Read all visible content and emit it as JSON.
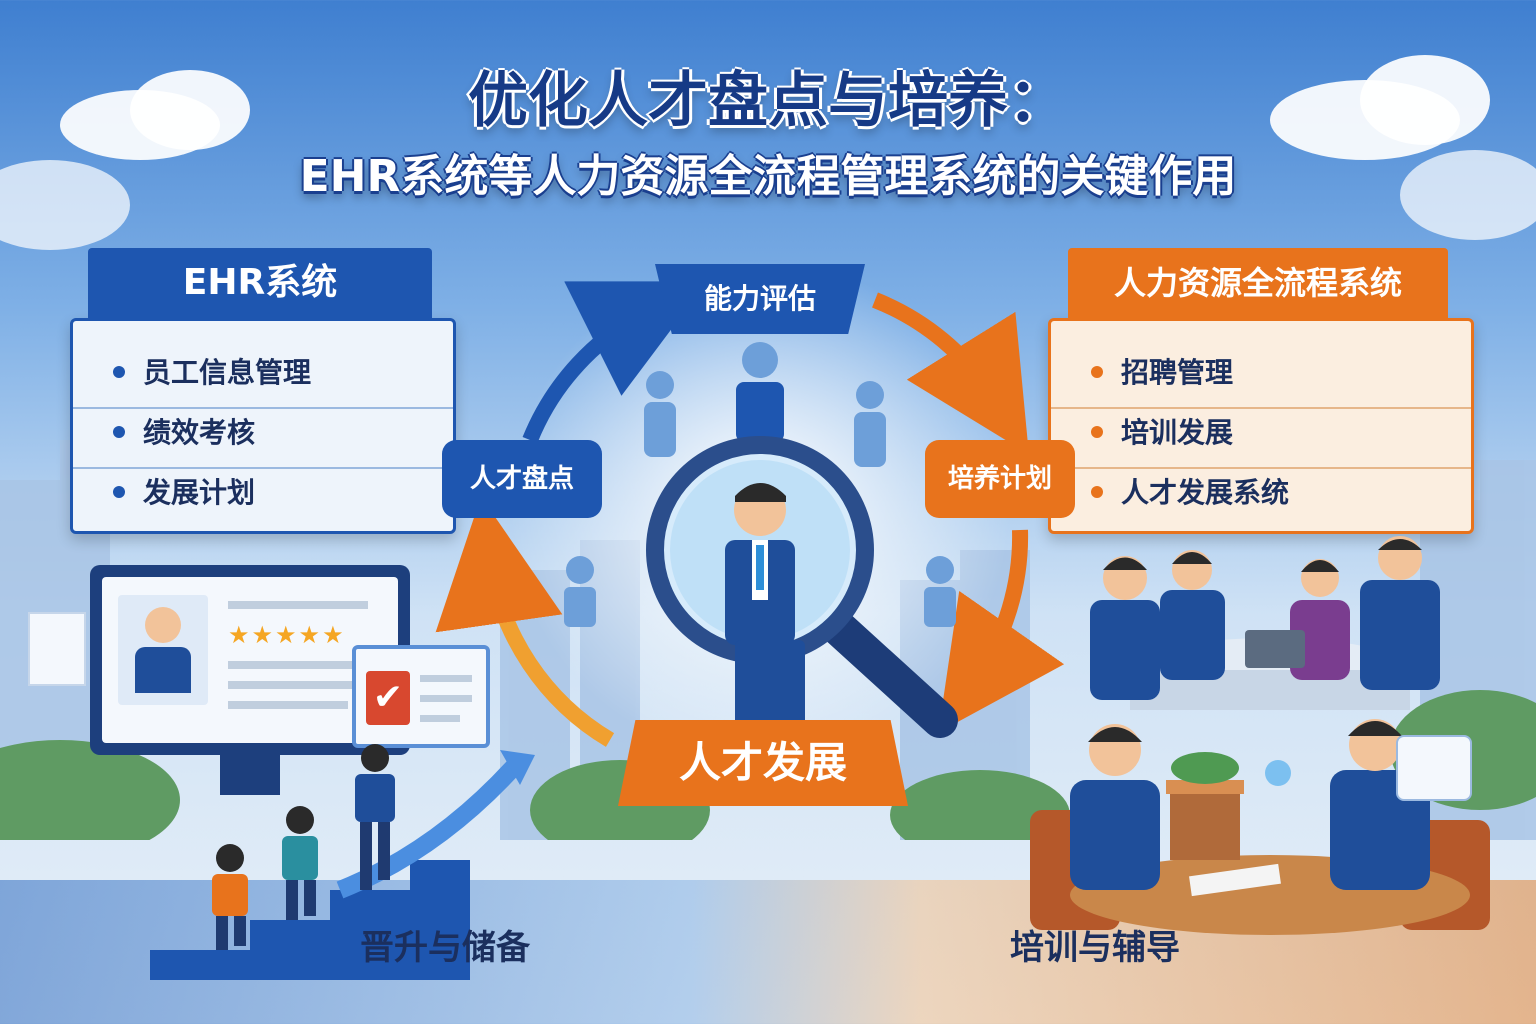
{
  "header": {
    "title": "优化人才盘点与培养：",
    "subtitle": "EHR系统等人力资源全流程管理系统的关键作用"
  },
  "left_panel": {
    "title": "EHR系统",
    "items": [
      "员工信息管理",
      "绩效考核",
      "发展计划"
    ]
  },
  "right_panel": {
    "title": "人力资源全流程系统",
    "items": [
      "招聘管理",
      "培训发展",
      "人才发展系统"
    ]
  },
  "cycle": {
    "top_label": "能力评估",
    "left_label": "人才盘点",
    "right_label": "培养计划",
    "bottom_label": "人才发展"
  },
  "bottom": {
    "left_label": "晋升与储备",
    "right_label": "培训与辅导"
  },
  "colors": {
    "brand_blue": "#1e56b0",
    "accent_orange": "#e8731c",
    "dark_navy": "#163a86"
  },
  "icons": {
    "magnifier": "magnifier-icon",
    "profile": "profile-card-icon",
    "stars": "rating-stars-icon",
    "check": "checklist-icon"
  }
}
